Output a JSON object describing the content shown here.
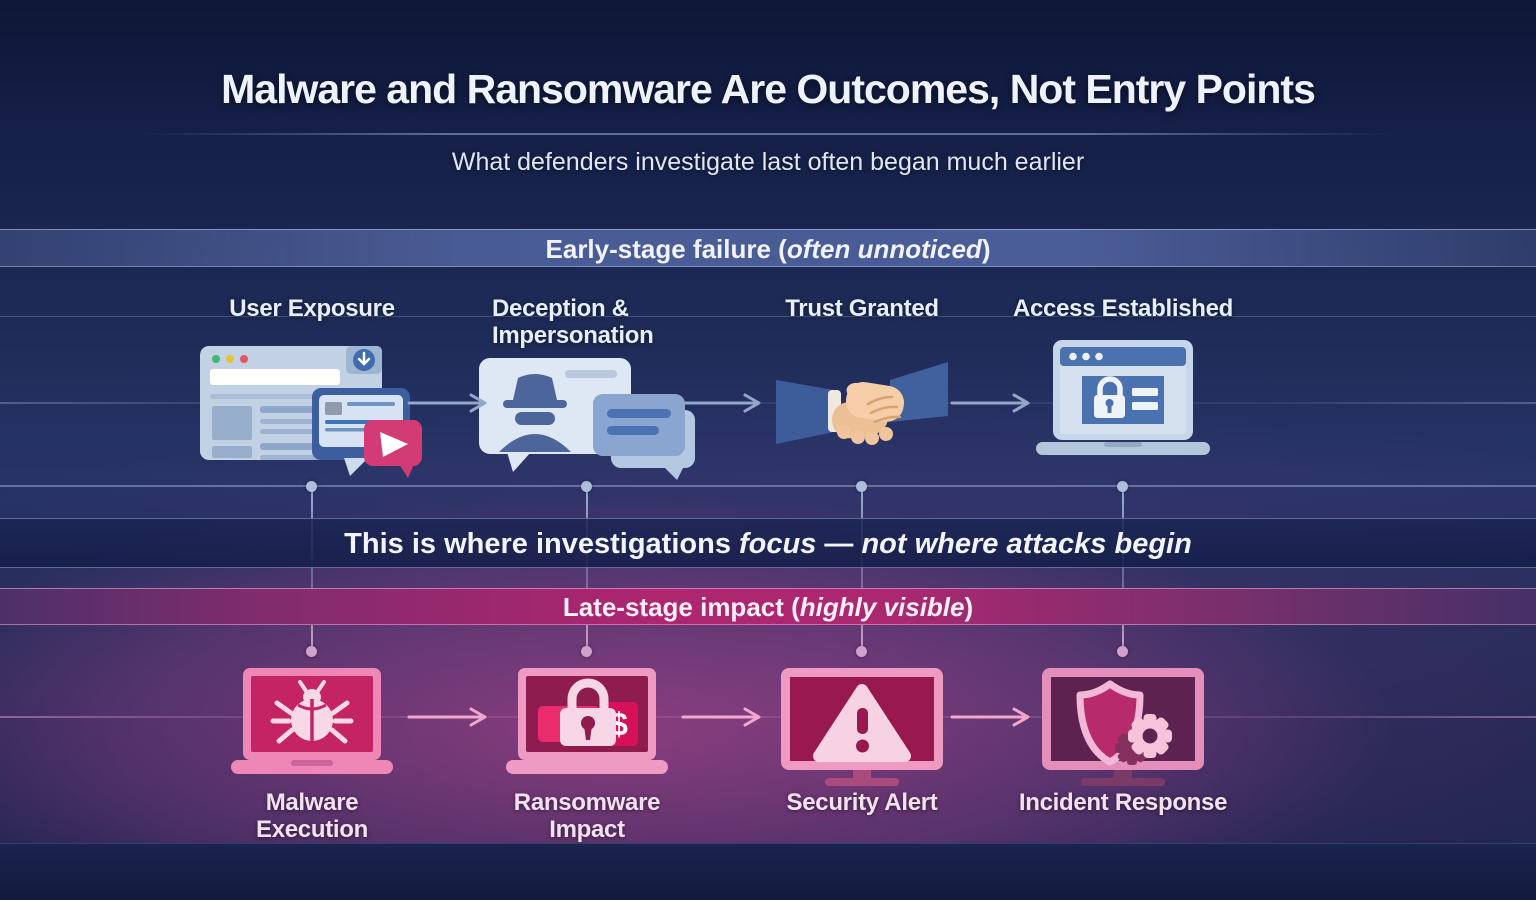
{
  "header": {
    "title": "Malware and Ransomware Are Outcomes, Not Entry Points",
    "subtitle": "What defenders investigate last often began much earlier"
  },
  "banners": {
    "early": {
      "prefix": "Early-stage failure (",
      "italic": "often unnoticed",
      "suffix": ")"
    },
    "focus": {
      "part1": "This is where investigations ",
      "italic1": "focus",
      "separator": " — ",
      "italic2": "not where attacks begin"
    },
    "late": {
      "prefix": "Late-stage impact (",
      "italic": "highly visible",
      "suffix": ")"
    }
  },
  "early_stages": [
    {
      "label": "User Exposure",
      "icon": "browser-popup-icon"
    },
    {
      "label": "Deception & Impersonation",
      "icon": "spy-chat-icon"
    },
    {
      "label": "Trust Granted",
      "icon": "handshake-icon"
    },
    {
      "label": "Access Established",
      "icon": "laptop-login-icon"
    }
  ],
  "late_stages": [
    {
      "label": "Malware Execution",
      "icon": "laptop-bug-icon"
    },
    {
      "label": "Ransomware Impact",
      "icon": "laptop-ransom-lock-icon"
    },
    {
      "label": "Security Alert",
      "icon": "monitor-warning-icon"
    },
    {
      "label": "Incident Response",
      "icon": "monitor-shield-gear-icon"
    }
  ],
  "colors": {
    "background_navy": "#131c45",
    "band_navy": "#1b2553",
    "banner_blue": "#4c5e98",
    "banner_magenta": "#ae2570",
    "magenta_screen": "#c42364",
    "pink_light": "#f7d2e2",
    "pink_frame": "#ee9ac2",
    "icon_blue": "#4a72ae",
    "icon_blue_light": "#c6d5e7",
    "connector_blue": "#aebdd9",
    "connector_pink": "#d0a1cb"
  }
}
